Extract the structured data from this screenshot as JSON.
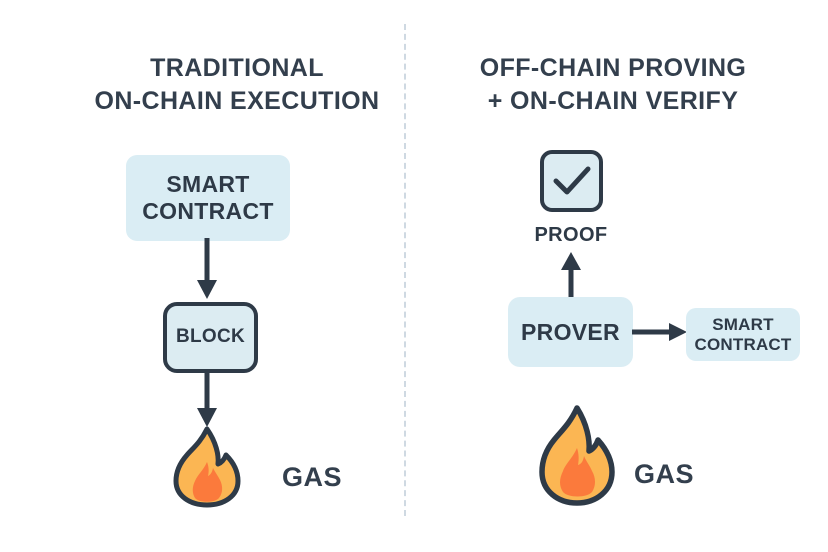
{
  "theme": {
    "background": "#ffffff",
    "ink": "#2e3a47",
    "heading_ink": "#333f4d",
    "box_fill": "#daedf4",
    "box_stroke": "#2e3a47",
    "divider": "#cfd9e2",
    "flame_outer": "#fbb653",
    "flame_inner": "#fb7a3c",
    "flame_stroke": "#2e3a47"
  },
  "panels": {
    "left": {
      "title_line_1": "TRADITIONAL",
      "title_line_2": "ON-CHAIN EXECUTION",
      "nodes": {
        "smart_contract": {
          "line_1": "SMART",
          "line_2": "CONTRACT"
        },
        "block": {
          "label": "BLOCK"
        },
        "gas": {
          "label": "GAS",
          "icon": "flame-icon"
        }
      },
      "arrows": [
        {
          "name": "smart-contract-to-block",
          "direction": "down"
        },
        {
          "name": "block-to-gas",
          "direction": "down"
        }
      ]
    },
    "right": {
      "title_line_1": "OFF-CHAIN PROVING",
      "title_line_2": "+ ON-CHAIN VERIFY",
      "nodes": {
        "proof": {
          "caption": "PROOF",
          "icon": "check-icon"
        },
        "prover": {
          "label": "PROVER"
        },
        "smart_contract": {
          "line_1": "SMART",
          "line_2": "CONTRACT"
        },
        "gas": {
          "label": "GAS",
          "icon": "flame-icon"
        }
      },
      "arrows": [
        {
          "name": "prover-to-proof",
          "direction": "up"
        },
        {
          "name": "prover-to-smart-contract",
          "direction": "right"
        }
      ]
    }
  },
  "divider": {
    "name": "panel-divider",
    "style": "dashed-vertical"
  }
}
